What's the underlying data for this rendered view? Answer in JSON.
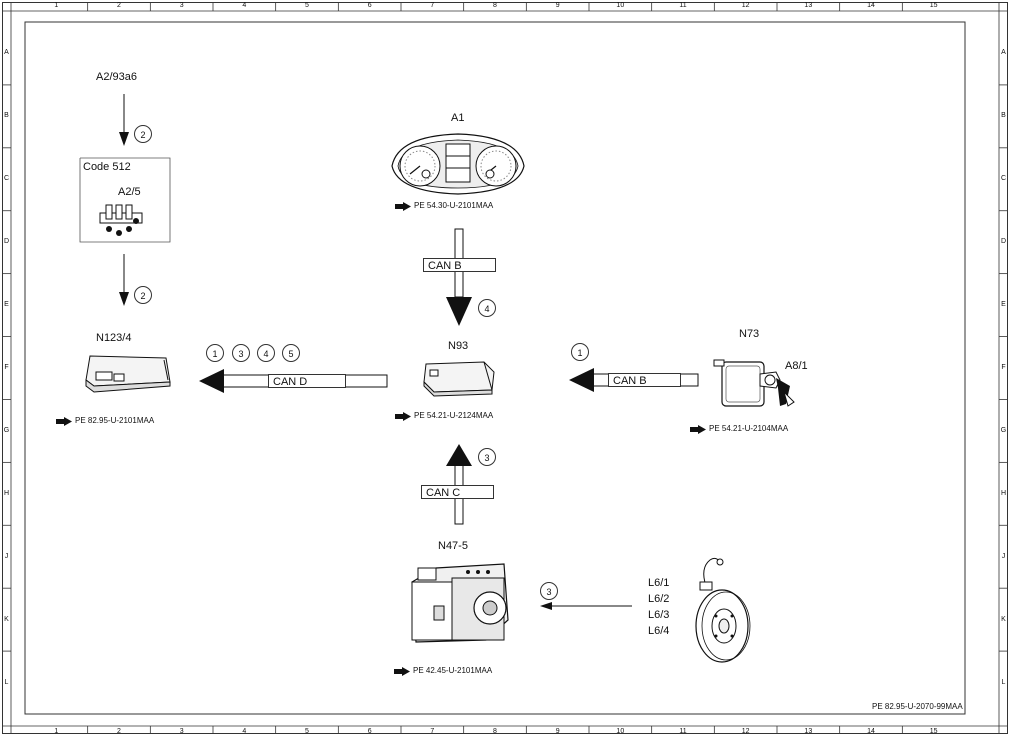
{
  "grid": {
    "columns": [
      "1",
      "2",
      "3",
      "4",
      "5",
      "6",
      "7",
      "8",
      "9",
      "10",
      "11",
      "12",
      "13",
      "14",
      "15"
    ],
    "rows": [
      "A",
      "B",
      "C",
      "D",
      "E",
      "F",
      "G",
      "H",
      "J",
      "K",
      "L"
    ]
  },
  "components": {
    "a2_93a6": "A2/93a6",
    "code512": "Code 512",
    "a2_5": "A2/5",
    "n123_4": "N123/4",
    "a1": "A1",
    "n93": "N93",
    "n73": "N73",
    "a8_1": "A8/1",
    "n47_5": "N47-5",
    "l6_1": "L6/1",
    "l6_2": "L6/2",
    "l6_3": "L6/3",
    "l6_4": "L6/4"
  },
  "refs": {
    "a1": "PE 54.30-U-2101MAA",
    "n123_4": "PE 82.95-U-2101MAA",
    "n93": "PE 54.21-U-2124MAA",
    "n73": "PE 54.21-U-2104MAA",
    "n47_5": "PE 42.45-U-2101MAA"
  },
  "buses": {
    "can_b_top": "CAN B",
    "can_d": "CAN D",
    "can_b_right": "CAN B",
    "can_c": "CAN C"
  },
  "markers": {
    "m_a2_top": "2",
    "m_a2_bottom": "2",
    "m_cand_1": "1",
    "m_cand_3": "3",
    "m_cand_4": "4",
    "m_cand_5": "5",
    "m_canb_top": "4",
    "m_canb_right": "1",
    "m_canc": "3",
    "m_wheel": "3"
  },
  "footer": {
    "drawing_id": "PE 82.95-U-2070-99MAA"
  }
}
